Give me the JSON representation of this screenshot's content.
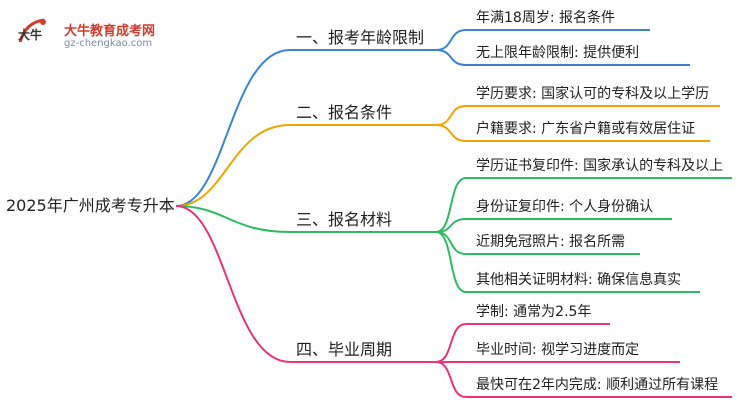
{
  "logo": {
    "name_cn": "大牛教育成考网",
    "domain": "gz-chengkao.com",
    "mark_text": "大牛"
  },
  "root": "2025年广州成考专升本",
  "branches": [
    {
      "label": "一、报考年龄限制",
      "color": "#3b82d8",
      "leaves": [
        "年满18周岁: 报名条件",
        "无上限年龄限制: 提供便利"
      ]
    },
    {
      "label": "二、报名条件",
      "color": "#f0a500",
      "leaves": [
        "学历要求: 国家认可的专科及以上学历",
        "户籍要求: 广东省户籍或有效居住证"
      ]
    },
    {
      "label": "三、报名材料",
      "color": "#2ebc62",
      "leaves": [
        "学历证书复印件: 国家承认的专科及以上",
        "身份证复印件: 个人身份确认",
        "近期免冠照片: 报名所需",
        "其他相关证明材料: 确保信息真实"
      ]
    },
    {
      "label": "四、毕业周期",
      "color": "#e8357a",
      "leaves": [
        "学制: 通常为2.5年",
        "毕业时间: 视学习进度而定",
        "最快可在2年内完成: 顺利通过所有课程"
      ]
    }
  ]
}
